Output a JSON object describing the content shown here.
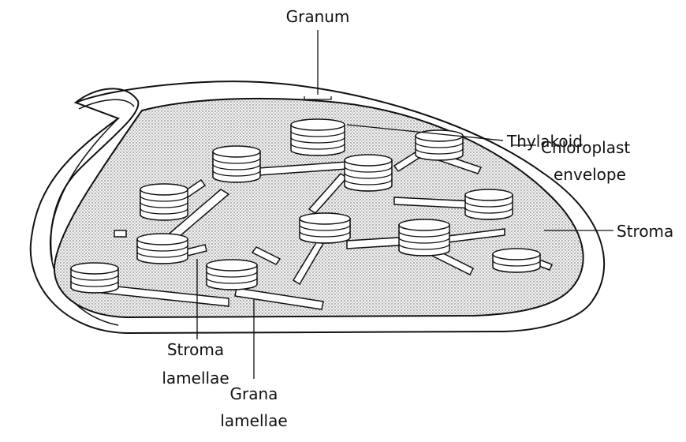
{
  "labels": {
    "granum": "Granum",
    "thylakoid": "Thylakoid",
    "envelope_line1": "Chloroplast",
    "envelope_line2": "envelope",
    "stroma": "Stroma",
    "stroma_lamellae_line1": "Stroma",
    "stroma_lamellae_line2": "lamellae",
    "grana_lamellae_line1": "Grana",
    "grana_lamellae_line2": "lamellae"
  },
  "colors": {
    "ink": "#111111",
    "stroma_fill": "#ececec",
    "disc_fill": "#ffffff"
  }
}
